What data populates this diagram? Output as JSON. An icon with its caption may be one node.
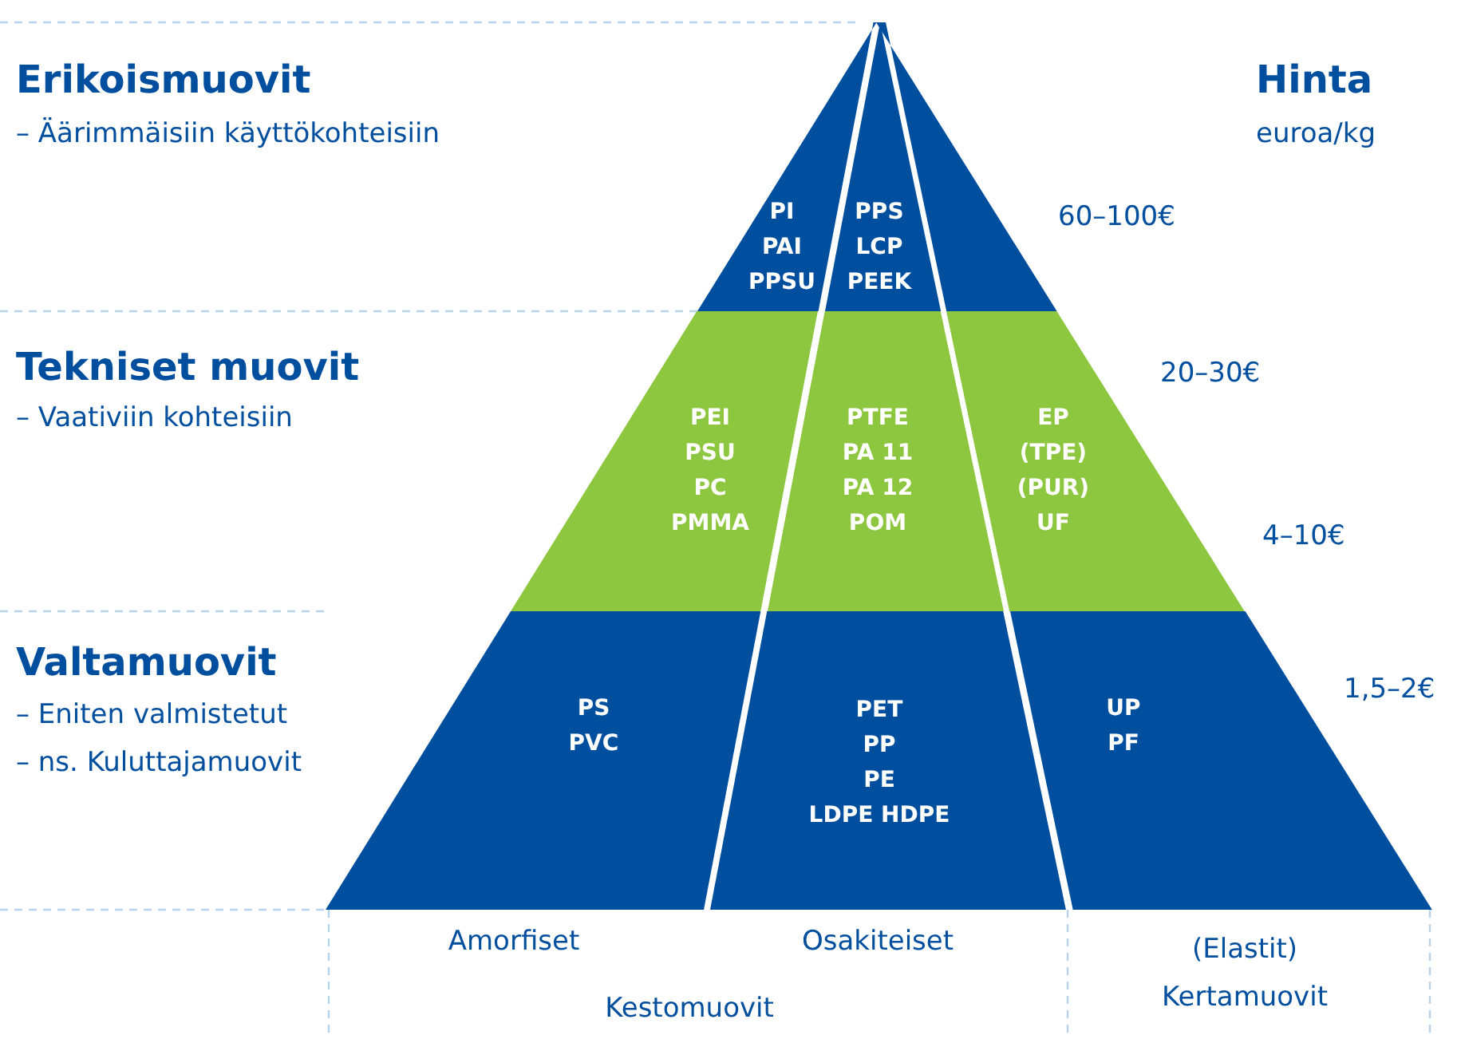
{
  "diagram": {
    "nodes": [
      {
        "text": [
          "PI",
          "PAI",
          "PPSU"
        ]
      },
      {
        "text": [
          "PPS",
          "LCP",
          "PEEK"
        ]
      },
      {
        "text": [],
        "shape": "triangle"
      },
      {
        "text": [
          "PEI",
          "PSU",
          "PC",
          "PMMA"
        ]
      },
      {
        "text": [
          "PTFE",
          "PA 11",
          "PA 12",
          "POM"
        ]
      },
      {
        "text": [
          "EP",
          "(TPE)",
          "(PUR)",
          "UF"
        ]
      },
      {
        "text": [
          "PS",
          "PVC"
        ]
      },
      {
        "text": [
          "PET",
          "PP",
          "PE",
          "LDPE HDPE"
        ]
      },
      {
        "text": [
          "UP",
          "PF"
        ]
      }
    ],
    "labels": [
      "Erikoismuovit",
      "– Äärimmäisiin käyttökohteisiin",
      "Hinta",
      "euroa/kg",
      "60–100€",
      "Tekniset muovit",
      "– Vaativiin kohteisiin",
      "20–30€",
      "4–10€",
      "Valtamuovit",
      "– Eniten valmistetut",
      "– ns. Kuluttajamuovit",
      "1,5–2€",
      "Amorfiset",
      "Osakiteiset",
      "(Elastit) Kertamuovit",
      "Kestomuovit"
    ]
  }
}
